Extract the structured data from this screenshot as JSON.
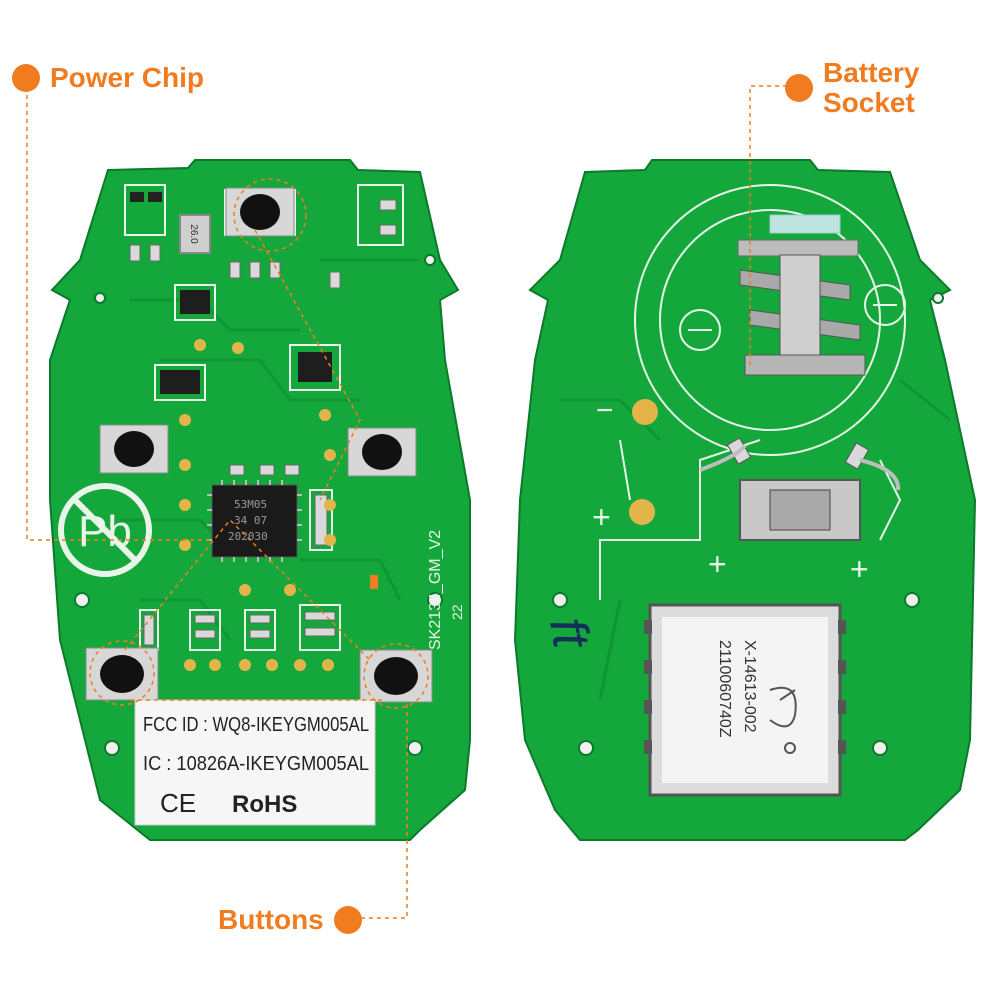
{
  "callouts": {
    "power_chip": "Power Chip",
    "battery_socket": [
      "Battery",
      "Socket"
    ],
    "buttons": "Buttons"
  },
  "front_board": {
    "board_id": "SK2134_GM_V2",
    "board_date": "22",
    "chip_lines": [
      "53M05",
      "34 07",
      "202030"
    ],
    "crystal_label": "26.0",
    "sticker": {
      "fcc_line": "FCC ID : WQ8-IKEYGM005AL",
      "ic_line": "IC :   10826A-IKEYGM005AL",
      "ce_mark": "CE",
      "rohs_mark": "RoHS"
    },
    "pb_free_symbol": "Pb"
  },
  "back_board": {
    "module_part": "X-14613-002",
    "module_serial": "2110060740Z",
    "handwritten": "ft",
    "polarity_plus": "+",
    "polarity_minus": "−"
  },
  "colors": {
    "accent": "#f07c1f",
    "pcb_green": "#14a83c",
    "pcb_dark": "#0d8a30",
    "silkscreen": "#e8f5e8",
    "pad_gold": "#e2b44a"
  }
}
